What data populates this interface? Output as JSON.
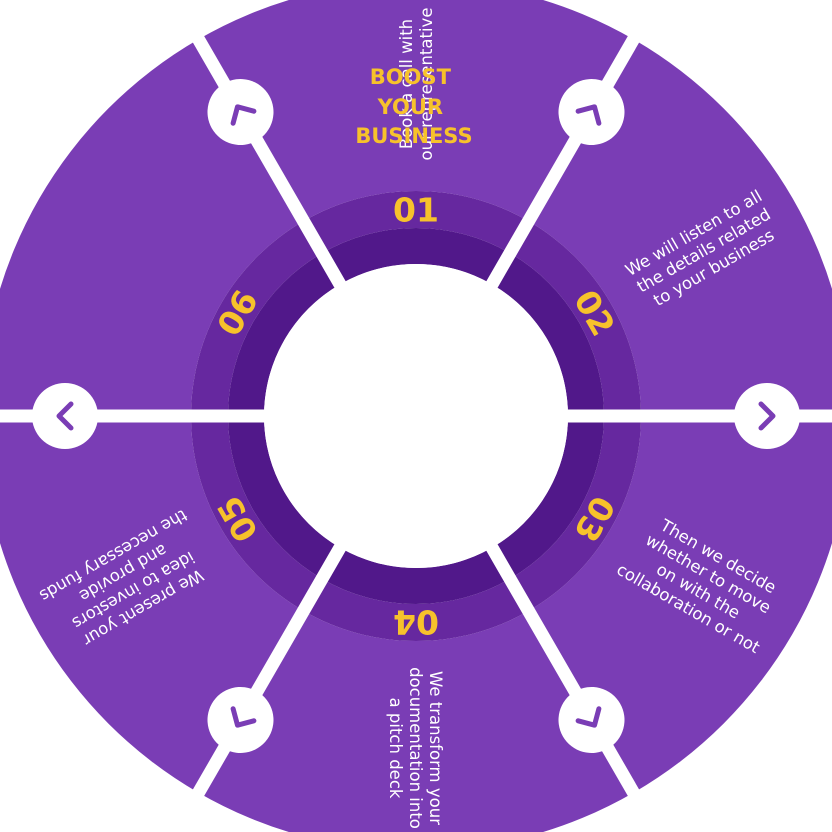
{
  "title_lines": [
    "BOOST",
    "YOUR",
    "BUSINESS"
  ],
  "steps": [
    {
      "number": "01",
      "lines": [
        "Book a call with",
        "our representative"
      ]
    },
    {
      "number": "02",
      "lines": [
        "We will listen to all",
        "the details related",
        "to your business"
      ]
    },
    {
      "number": "03",
      "lines": [
        "Then we decide",
        "whether to move",
        "on with the",
        "collaboration or not"
      ]
    },
    {
      "number": "04",
      "lines": [
        "We transform your",
        "documentation into",
        "a pitch deck"
      ]
    },
    {
      "number": "05",
      "lines": [
        "We present your",
        "idea to investors",
        "and provide",
        "the necessary funds"
      ]
    },
    {
      "number": "06",
      "lines": []
    }
  ],
  "colors": {
    "outer": "#7a3db5",
    "middle": "#66289f",
    "inner": "#51188a",
    "center": "#ffffff",
    "accent": "#f7c22b",
    "text": "#ffffff",
    "divider": "#ffffff"
  },
  "icons": [
    "chevron-down-icon",
    "chevron-down-icon",
    "chevron-down-icon",
    "chevron-down-icon",
    "chevron-down-icon",
    "chevron-down-icon"
  ]
}
